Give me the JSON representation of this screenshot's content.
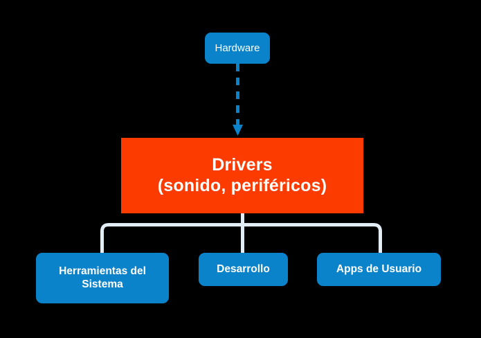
{
  "diagram": {
    "title": "Drivers hierarchy diagram",
    "background_color": "#000000",
    "nodes": {
      "hardware": {
        "label": "Hardware",
        "color": "#0b83ca",
        "shape": "rounded-rectangle"
      },
      "drivers": {
        "label": "Drivers\n(sonido, periféricos)",
        "color": "#fb3b00",
        "shape": "rectangle"
      },
      "herramientas": {
        "label": "Herramientas del\nSistema",
        "color": "#0b83ca",
        "shape": "rounded-rectangle"
      },
      "desarrollo": {
        "label": "Desarrollo",
        "color": "#0b83ca",
        "shape": "rounded-rectangle"
      },
      "apps": {
        "label": "Apps de Usuario",
        "color": "#0b83ca",
        "shape": "rounded-rectangle"
      }
    },
    "edges": {
      "hardware_to_drivers": {
        "style": "dashed",
        "color": "#0b83ca",
        "arrowhead": "down"
      },
      "drivers_to_children": {
        "style": "solid",
        "color": "#e2edf5",
        "arrowhead": "none"
      }
    }
  }
}
